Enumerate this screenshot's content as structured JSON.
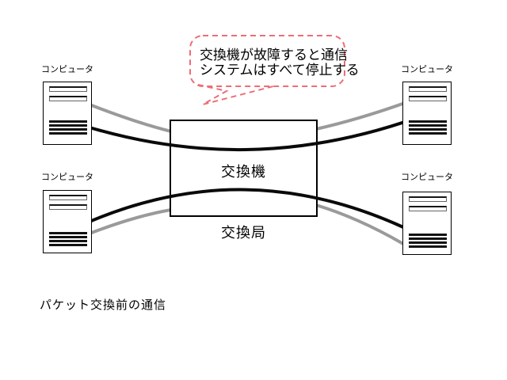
{
  "diagram": {
    "caption": "パケット交換前の通信",
    "callout": {
      "line1": "交換機が故障すると通信",
      "line2": "システムはすべて停止する"
    },
    "switch_box": {
      "label": "交換機",
      "sublabel": "交換局"
    },
    "computers": [
      {
        "id": "top-left",
        "label": "コンピュータ"
      },
      {
        "id": "top-right",
        "label": "コンピュータ"
      },
      {
        "id": "bottom-left",
        "label": "コンピュータ"
      },
      {
        "id": "bottom-right",
        "label": "コンピュータ"
      }
    ]
  },
  "colors": {
    "cable-black": "#0a0a0a",
    "cable-gray": "#9a9a9a",
    "callout-border": "#ed6d75",
    "ink": "#000000",
    "bg": "#ffffff"
  }
}
